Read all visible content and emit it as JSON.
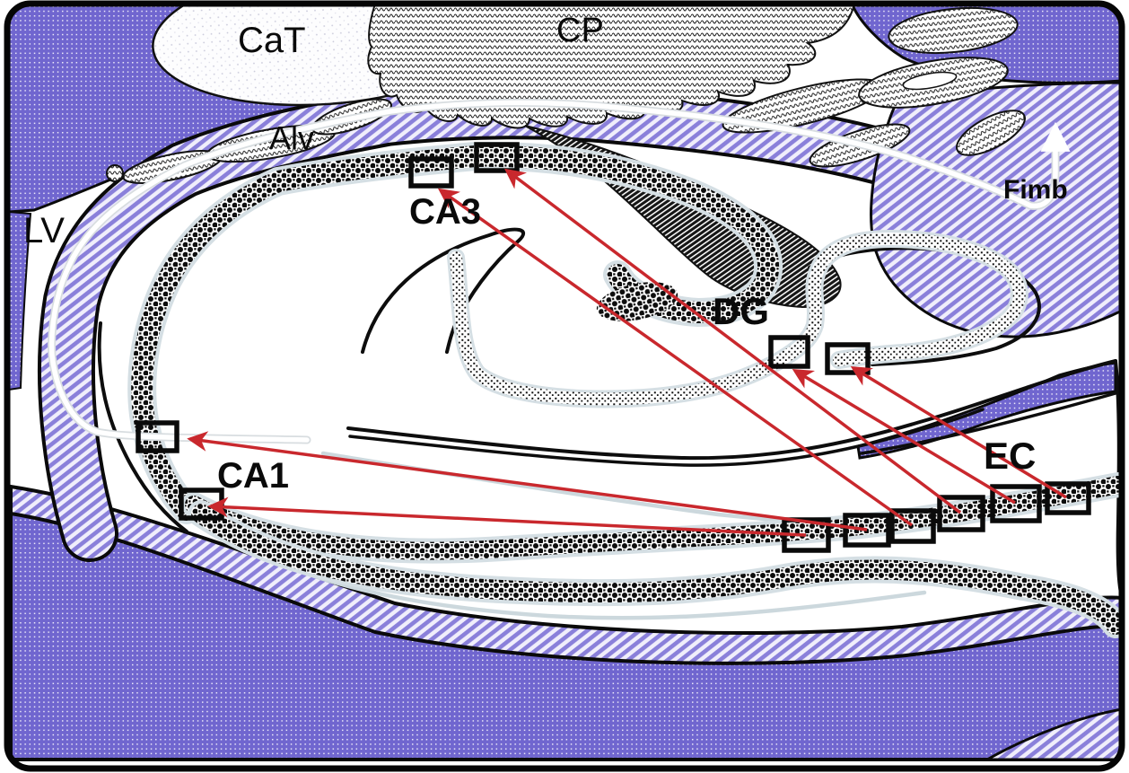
{
  "figure": {
    "kind": "hippocampus-circuit-diagram",
    "description": "Coronal hippocampus schematic with sampling boxes and red projection arrows from EC to DG, CA3 and CA1"
  },
  "labels": {
    "cat": "CaT",
    "cp": "CP",
    "alv": "Alv",
    "lv": "LV",
    "fimb": "Fimb",
    "ca3": "CA3",
    "dg": "DG",
    "ca1": "CA1",
    "ec": "EC"
  },
  "colors": {
    "purple_dotted": "#7066cf",
    "purple_stripe": "#8a80da",
    "red_arrow": "#c9282d",
    "outline_black": "#0a0a0a",
    "band_casing": "#d5dfe4",
    "white_tract_line": "#ffffff"
  },
  "sampling_boxes": {
    "CA3": 2,
    "DG": 2,
    "CA1": 2,
    "EC": 6
  },
  "connections": [
    {
      "from": "EC",
      "to": "CA1"
    },
    {
      "from": "EC",
      "to": "CA1"
    },
    {
      "from": "EC",
      "to": "CA3"
    },
    {
      "from": "EC",
      "to": "CA3"
    },
    {
      "from": "EC",
      "to": "DG"
    },
    {
      "from": "EC",
      "to": "DG"
    }
  ],
  "fimbria_arrow": {
    "name": "white-up-arrow",
    "direction": "up"
  }
}
